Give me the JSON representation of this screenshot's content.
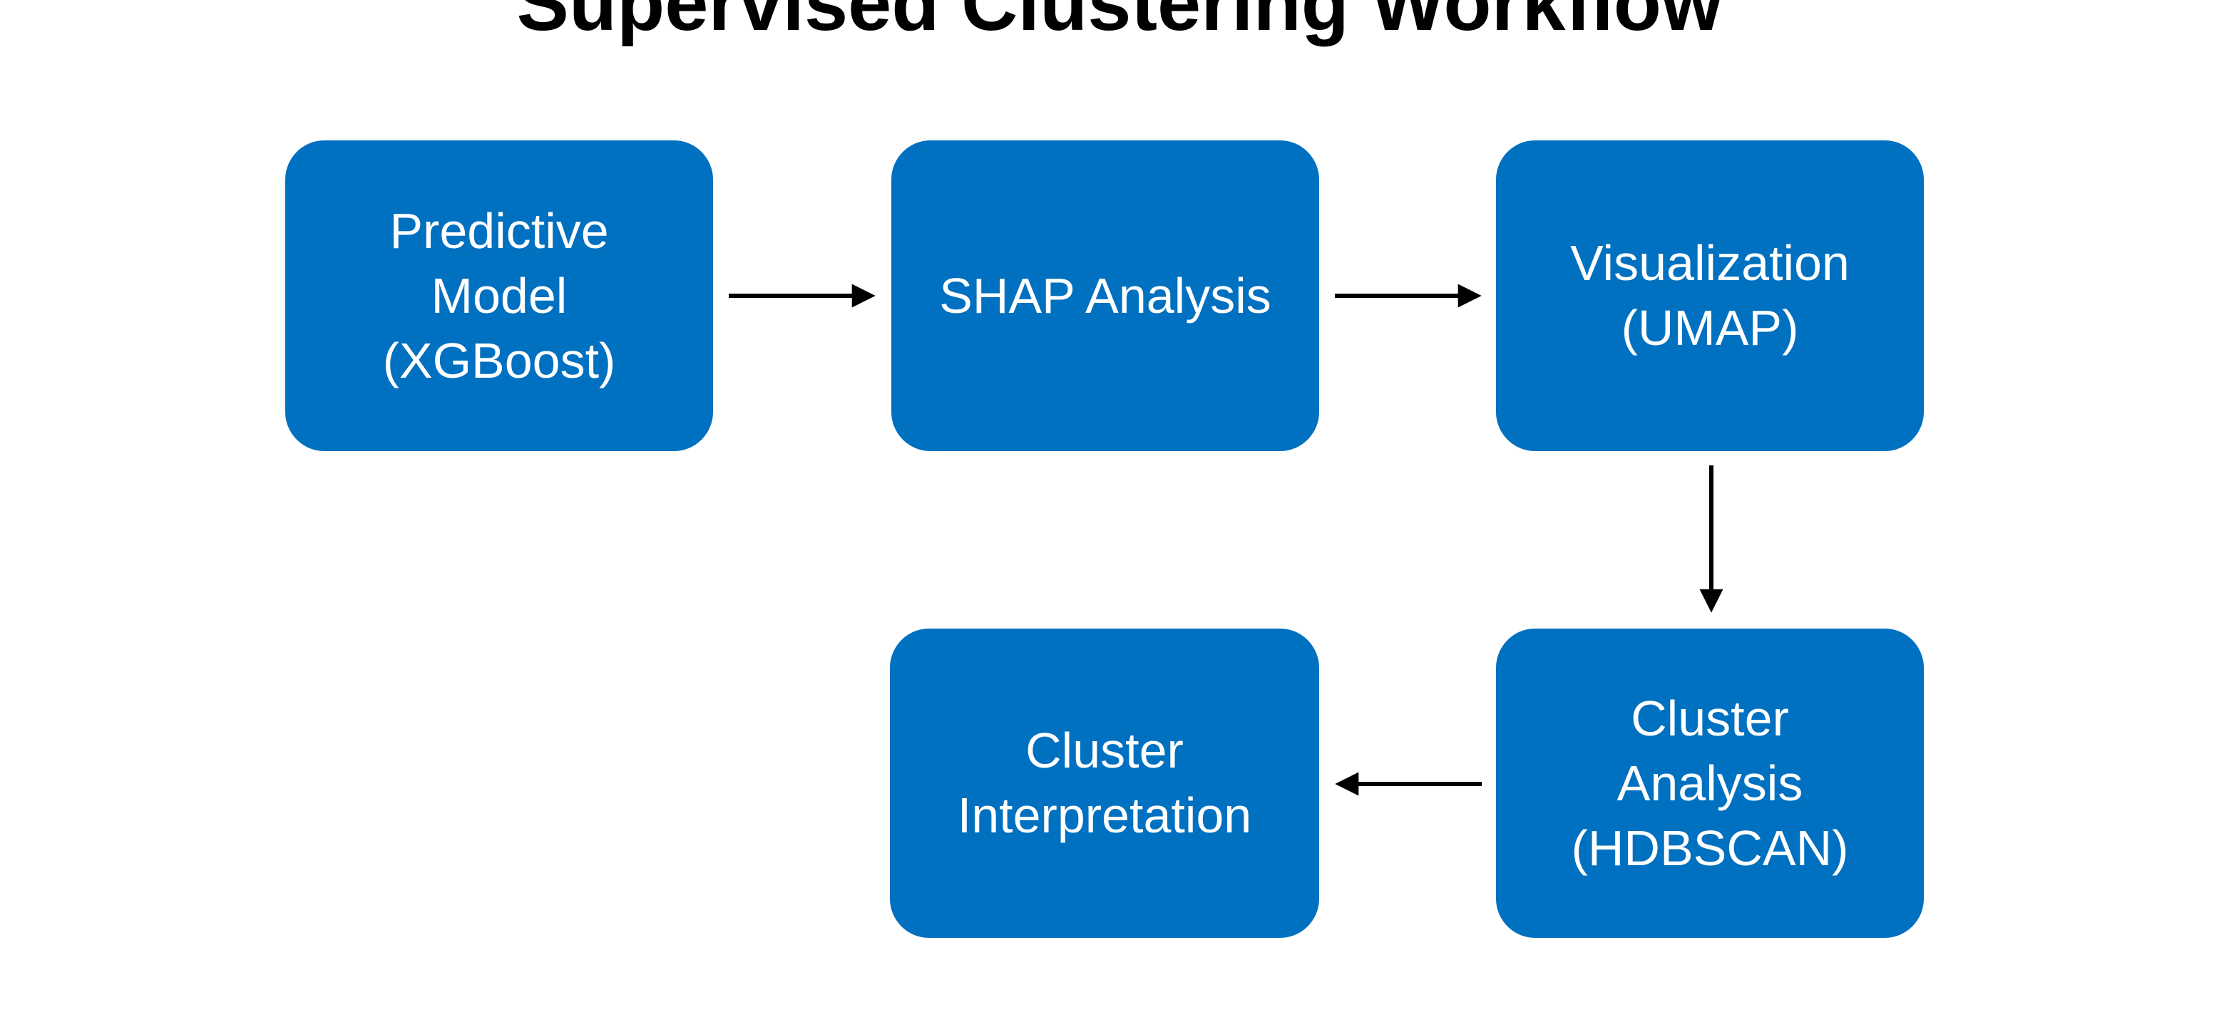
{
  "title": "Supervised Clustering Workflow",
  "colors": {
    "background": "#FFFFFF",
    "title_text": "#000000",
    "box_fill": "#0070C0",
    "box_text": "#FFFFFF",
    "arrow": "#000000"
  },
  "diagram": {
    "type": "flowchart",
    "nodes": [
      {
        "id": "predictive-model",
        "label": "Predictive Model (XGBoost)",
        "lines": [
          "Predictive",
          "Model",
          "(XGBoost)"
        ]
      },
      {
        "id": "shap-analysis",
        "label": "SHAP Analysis",
        "lines": [
          "SHAP Analysis"
        ]
      },
      {
        "id": "visualization",
        "label": "Visualization (UMAP)",
        "lines": [
          "Visualization",
          "(UMAP)"
        ]
      },
      {
        "id": "cluster-analysis",
        "label": "Cluster Analysis (HDBSCAN)",
        "lines": [
          "Cluster",
          "Analysis",
          "(HDBSCAN)"
        ]
      },
      {
        "id": "cluster-interpretation",
        "label": "Cluster Interpretation",
        "lines": [
          "Cluster",
          "Interpretation"
        ]
      }
    ],
    "edges": [
      {
        "from": "predictive-model",
        "to": "shap-analysis",
        "direction": "right"
      },
      {
        "from": "shap-analysis",
        "to": "visualization",
        "direction": "right"
      },
      {
        "from": "visualization",
        "to": "cluster-analysis",
        "direction": "down"
      },
      {
        "from": "cluster-analysis",
        "to": "cluster-interpretation",
        "direction": "left"
      }
    ]
  }
}
